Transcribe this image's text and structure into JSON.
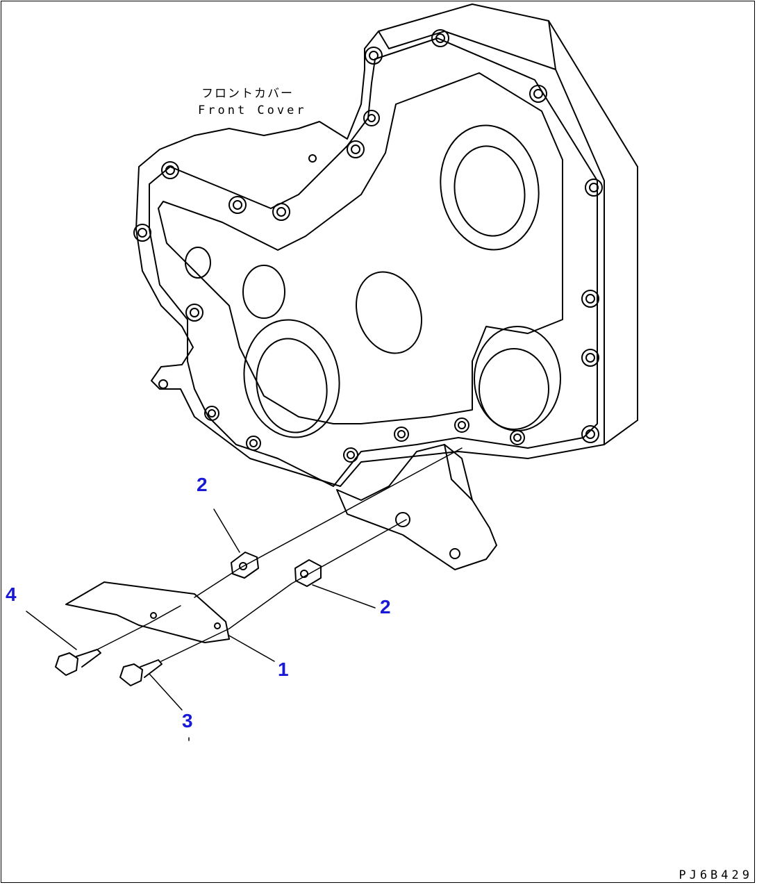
{
  "labels": {
    "japanese": "フロントカバー",
    "english": "Front Cover"
  },
  "callouts": [
    {
      "id": "c2a",
      "text": "2"
    },
    {
      "id": "c2b",
      "text": "2"
    },
    {
      "id": "c4",
      "text": "4"
    },
    {
      "id": "c1",
      "text": "1"
    },
    {
      "id": "c3",
      "text": "3"
    }
  ],
  "drawing_code": "PJ6B429",
  "colors": {
    "callout": "#1a1ad6",
    "line": "#000000"
  }
}
